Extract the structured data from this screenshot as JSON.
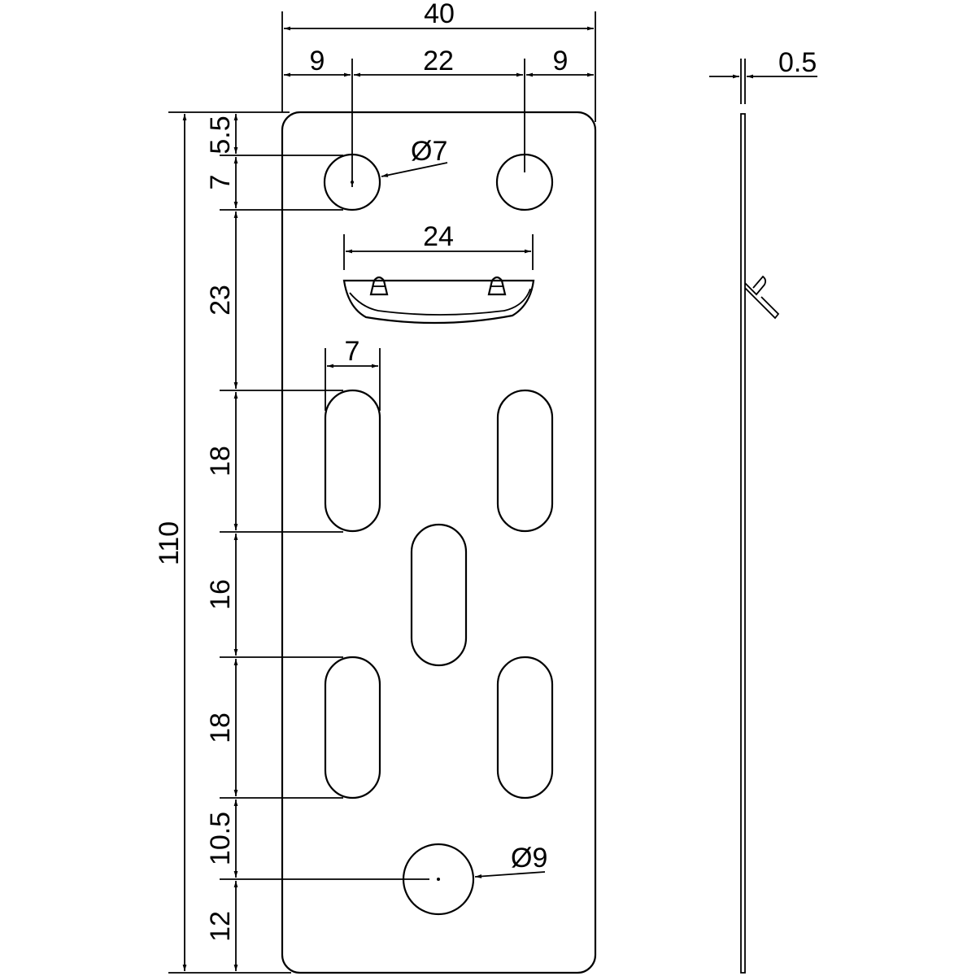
{
  "drawing": {
    "title": "Perforated mounting plate with hook - technical drawing",
    "stroke_color": "#000000",
    "background": "#ffffff",
    "units": "mm"
  },
  "dimensions": {
    "overall_width": "40",
    "left_margin": "9",
    "hole_spacing": "22",
    "right_margin": "9",
    "thickness": "0.5",
    "overall_height": "110",
    "top_to_hole": "5.5",
    "top_hole_dia_v": "7",
    "hole_to_slot": "23",
    "slot_length_1": "18",
    "slot_gap": "16",
    "slot_length_2": "18",
    "slot_to_bottom_hole": "10.5",
    "bottom_hole_to_edge": "12",
    "hook_width": "24",
    "slot_width": "7",
    "top_hole_diameter": "Ø7",
    "bottom_hole_diameter": "Ø9"
  },
  "views": {
    "front": "front-view",
    "side": "side-view"
  }
}
